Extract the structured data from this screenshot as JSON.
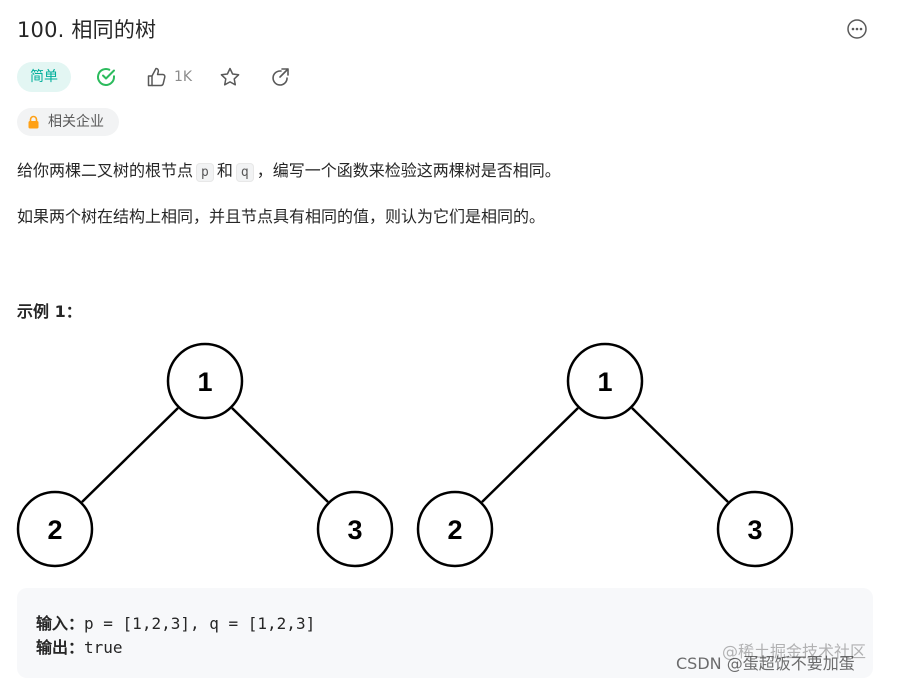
{
  "problem": {
    "title": "100. 相同的树"
  },
  "toolbar": {
    "difficulty": "简单",
    "like_count": "1K",
    "icons": [
      "solved-check-icon",
      "thumbs-up-icon",
      "star-icon",
      "share-icon"
    ]
  },
  "tags": {
    "company_label": "相关企业"
  },
  "description": {
    "p1_part1": "给你两棵二叉树的根节点",
    "p1_var_p": "p",
    "p1_and": "和",
    "p1_var_q": "q",
    "p1_part2": "，编写一个函数来检验这两棵树是否相同。",
    "p2": "如果两个树在结构上相同，并且节点具有相同的值，则认为它们是相同的。"
  },
  "example": {
    "title": "示例 1：",
    "trees": [
      {
        "root": "1",
        "left": "2",
        "right": "3"
      },
      {
        "root": "1",
        "left": "2",
        "right": "3"
      }
    ],
    "input_label": "输入：",
    "input_value": "p = [1,2,3], q = [1,2,3]",
    "output_label": "输出：",
    "output_value": "true"
  },
  "watermark": {
    "line1": "@稀土掘金技术社区",
    "line2": "CSDN @蛋超饭不要加蛋"
  },
  "colors": {
    "easy_bg": "#e3f6f3",
    "easy_text": "#00af9b",
    "solved_check": "#2cbb5d",
    "code_bg": "#f7f8fa"
  }
}
